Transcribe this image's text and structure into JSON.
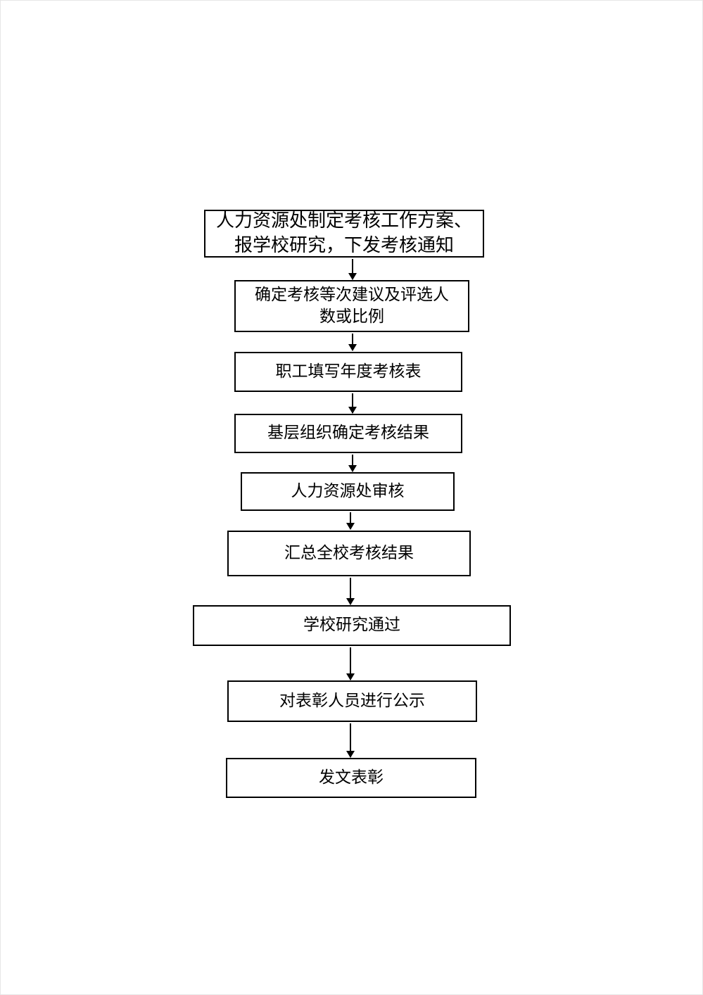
{
  "flowchart": {
    "steps": [
      {
        "lines": [
          "人力资源处制定考核工作方案、",
          "报学校研究，下发考核通知"
        ]
      },
      {
        "lines": [
          "确定考核等次建议及评选人",
          "数或比例"
        ]
      },
      {
        "lines": [
          "职工填写年度考核表"
        ]
      },
      {
        "lines": [
          "基层组织确定考核结果"
        ]
      },
      {
        "lines": [
          "人力资源处审核"
        ]
      },
      {
        "lines": [
          "汇总全校考核结果"
        ]
      },
      {
        "lines": [
          "学校研究通过"
        ]
      },
      {
        "lines": [
          "对表彰人员进行公示"
        ]
      },
      {
        "lines": [
          "发文表彰"
        ]
      }
    ]
  }
}
